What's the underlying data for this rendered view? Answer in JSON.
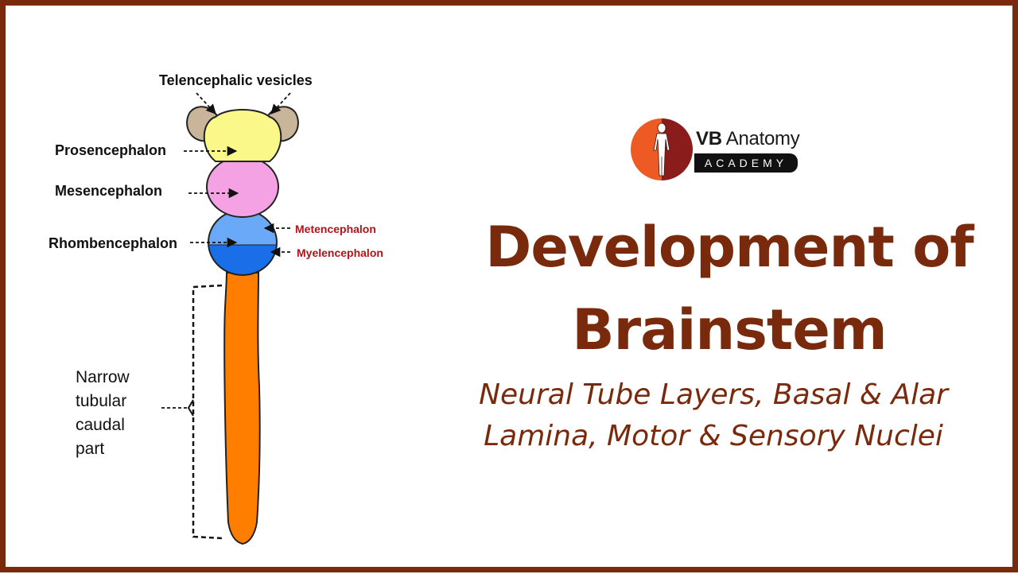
{
  "diagram": {
    "labels": {
      "telencephalic": "Telencephalic vesicles",
      "prosencephalon": "Prosencephalon",
      "mesencephalon": "Mesencephalon",
      "rhombencephalon": "Rhombencephalon",
      "metencephalon": "Metencephalon",
      "myelencephalon": "Myelencephalon",
      "caudal": "Narrow\ntubular\ncaudal\npart"
    },
    "colors": {
      "telencephalic_vesicle": "#c8b59a",
      "prosencephalon": "#fbf88a",
      "mesencephalon": "#f4a2e3",
      "metencephalon": "#6aa9f7",
      "myelencephalon": "#1a6fe8",
      "caudal_tube": "#ff7e00",
      "label_red": "#b3121a"
    }
  },
  "logo": {
    "name_bold": "VB",
    "name_rest": "Anatomy",
    "tagline": "ACADEMY",
    "icon": "human-figure-icon"
  },
  "title": {
    "line1": "Development of",
    "line2": "Brainstem"
  },
  "subtitle": {
    "line1": "Neural Tube Layers, Basal & Alar",
    "line2": "Lamina, Motor & Sensory Nuclei"
  },
  "colors": {
    "border": "#7a2a0c",
    "title": "#7a2a0c"
  }
}
